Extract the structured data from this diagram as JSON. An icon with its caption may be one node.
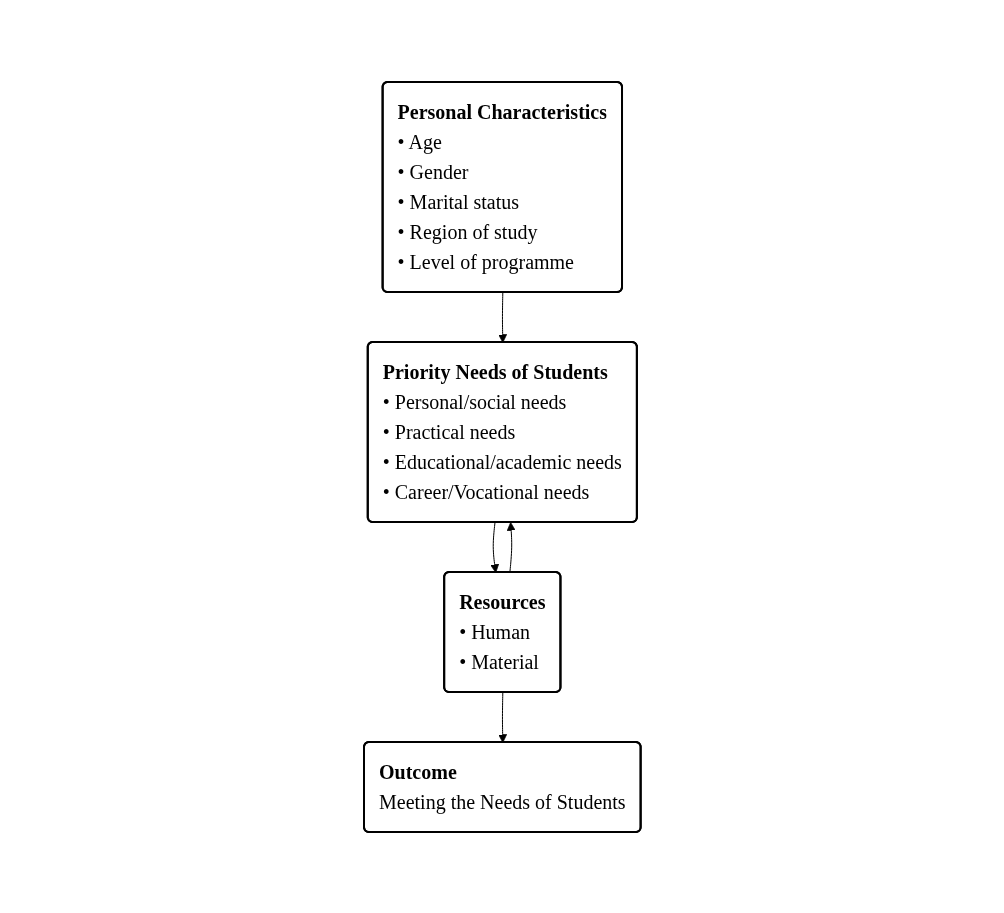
{
  "diagram": {
    "nodes": [
      {
        "text": [
          "Personal Characteristics",
          "• Age",
          "• Gender",
          "• Marital status",
          "• Region of study",
          "• Level of programme"
        ]
      },
      {
        "text": [
          "Resources",
          "• Human",
          "• Material"
        ]
      },
      {
        "text": [
          "Priority Needs of Students",
          "• Personal/social needs",
          "• Practical needs",
          "• Educational/academic needs",
          "• Career/Vocational needs"
        ]
      },
      {
        "text": [
          "Outcome",
          "Meeting the Needs of Students"
        ]
      }
    ],
    "edges": [
      {
        "from": 0,
        "to": 2,
        "arrow": "to"
      },
      {
        "from": 1,
        "to": 2,
        "arrow": "to"
      },
      {
        "from": 2,
        "to": 1,
        "arrow": "to"
      },
      {
        "from": 1,
        "to": 3,
        "arrow": "to"
      }
    ]
  }
}
